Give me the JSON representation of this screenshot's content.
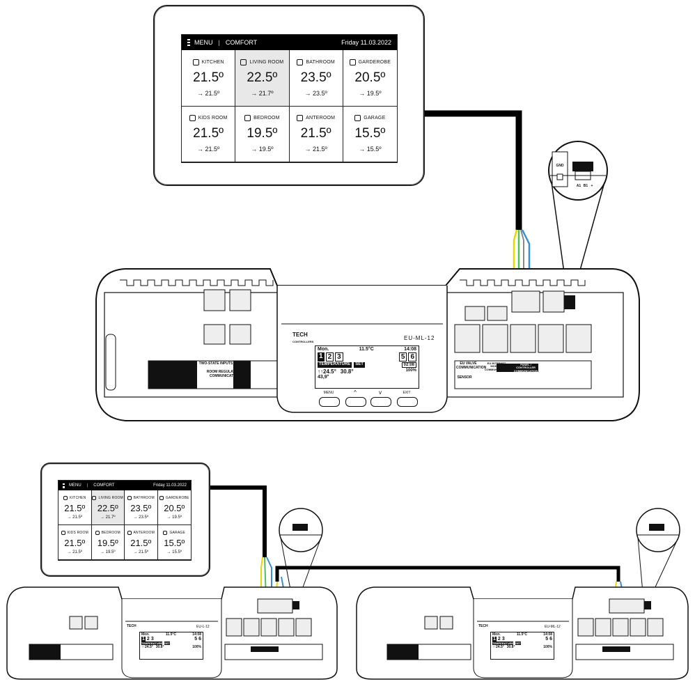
{
  "panel": {
    "menu": "MENU",
    "mode": "COMFORT",
    "date": "Friday 11.03.2022",
    "rooms": [
      {
        "name": "KITCHEN",
        "temp": "21.5º",
        "set": "→ 21.5º",
        "icon": "stove-icon"
      },
      {
        "name": "LIVING ROOM",
        "temp": "22.5º",
        "set": "→ 21.7º",
        "icon": "tv-icon"
      },
      {
        "name": "BATHROOM",
        "temp": "23.5º",
        "set": "→ 23.5º",
        "icon": "bathtub-icon"
      },
      {
        "name": "GARDEROBE",
        "temp": "20.5º",
        "set": "→ 19.5º",
        "icon": "hanger-icon"
      },
      {
        "name": "KIDS ROOM",
        "temp": "21.5º",
        "set": "→ 21.5º",
        "icon": "kids-icon"
      },
      {
        "name": "BEDROOM",
        "temp": "19.5º",
        "set": "→ 19.5º",
        "icon": "bed-icon"
      },
      {
        "name": "ANTEROOM",
        "temp": "21.5º",
        "set": "→ 21.5º",
        "icon": "door-icon"
      },
      {
        "name": "GARAGE",
        "temp": "15.5º",
        "set": "→ 15.5º",
        "icon": "garage-icon"
      }
    ]
  },
  "panel_small": {
    "menu": "MENU",
    "mode": "COMFORT",
    "date": "Friday 11.03.2022",
    "rooms": [
      {
        "name": "KITCHEN",
        "temp": "21.5º",
        "set": "→ 21.5º"
      },
      {
        "name": "LIVING ROOM",
        "temp": "22.5º",
        "set": "→ 21.7º"
      },
      {
        "name": "BATHROOM",
        "temp": "23.5º",
        "set": "→ 23.5º"
      },
      {
        "name": "GARDEROBE",
        "temp": "20.5º",
        "set": "→ 19.5º"
      },
      {
        "name": "KIDS ROOM",
        "temp": "21.5º",
        "set": "→ 21.5º"
      },
      {
        "name": "BEDROOM",
        "temp": "19.5º",
        "set": "→ 19.5º"
      },
      {
        "name": "ANTEROOM",
        "temp": "21.5º",
        "set": "→ 21.5º"
      },
      {
        "name": "GARAGE",
        "temp": "15.5º",
        "set": "→ 15.5º"
      }
    ]
  },
  "controller": {
    "brand": "TECH",
    "brand_sub": "CONTROLLERS",
    "model": "EU-ML-12",
    "lcd": {
      "day": "Mon.",
      "outside": "11.5°C",
      "time": "14:08",
      "zones_left": [
        "1",
        "2",
        "3"
      ],
      "zones_right": [
        "5",
        "6"
      ],
      "temp_label": "TEMPERATURE",
      "set_label": "SET",
      "temp": "↑↑24.5°",
      "set": "30.8°",
      "humidity": "43,9°",
      "timer": "02:08",
      "battery": "100%"
    },
    "buttons": [
      "MENU",
      "^",
      "v",
      "EXIT"
    ],
    "labels": {
      "two_state": "TWO-STATE INPUTS",
      "room_reg": "ROOM REGULATORS COMMUNICATION",
      "valve": "EU VALVE COMMUNICATION",
      "internet": "EU INTERNET MODULE COMMUNICATION",
      "panel_comm": "PANEL / CONTROLLER COMMUNICATION",
      "sensor": "SENSOR",
      "gnd": "GND",
      "terminals": [
        "A1",
        "B1",
        "+"
      ]
    }
  },
  "controller_small_1": {
    "model": "EU-L-12"
  },
  "controller_small_2": {
    "model": "EU-ML-12"
  },
  "colors": {
    "wire_yellow": "#e6d800",
    "wire_green": "#5cb85c",
    "wire_blue": "#3a8fd1",
    "cable": "#000000"
  }
}
